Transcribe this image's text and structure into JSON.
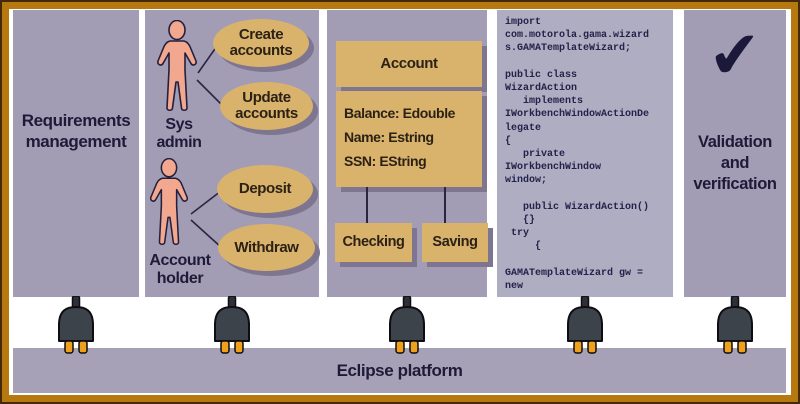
{
  "figure": {
    "description": "Eclipse platform plug-in diagram",
    "colors": {
      "frame_gold": "#b5790f",
      "frame_outline": "#46290a",
      "panel_purple": "#a29db4",
      "code_panel": "#aeadc1",
      "tan_shape": "#d9b26c",
      "shape_shadow": "#7e7590",
      "dark_text": "#1e1a38",
      "skin": "#f2a78f",
      "plug_body": "#3d434b",
      "plug_prong": "#f0a11c"
    }
  },
  "panels": {
    "requirements": {
      "label": "Requirements\nmanagement"
    },
    "use_cases": {
      "sys_admin_label": "Sys\nadmin",
      "account_holder_label": "Account\nholder",
      "oval_create": "Create\naccounts",
      "oval_update": "Update\naccounts",
      "oval_deposit": "Deposit",
      "oval_withdraw": "Withdraw"
    },
    "class_diagram": {
      "class_name": "Account",
      "attributes": "Balance: Edouble\nName: Estring\nSSN: EString",
      "subclass_left": "Checking",
      "subclass_right": "Saving"
    },
    "code": {
      "text": "import\ncom.motorola.gama.wizard\ns.GAMATemplateWizard;\n\npublic class\nWizardAction\n   implements\nIWorkbenchWindowActionDe\nlegate\n{\n   private\nIWorkbenchWindow\nwindow;\n\n   public WizardAction()\n   {}\n try\n     {\n\nGAMATemplateWizard gw =\nnew"
    },
    "validation": {
      "check_glyph": "✔",
      "label": "Validation\nand\nverification"
    }
  },
  "platform": {
    "label": "Eclipse platform"
  }
}
